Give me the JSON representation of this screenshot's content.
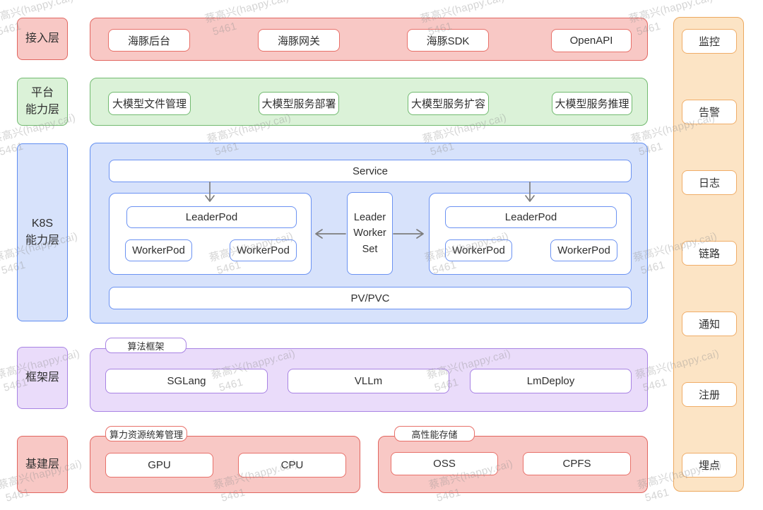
{
  "diagram": {
    "layers": {
      "access": {
        "label": "接入层",
        "items": [
          "海豚后台",
          "海豚网关",
          "海豚SDK",
          "OpenAPI"
        ]
      },
      "platform": {
        "label": "平台\n能力层",
        "items": [
          "大模型文件管理",
          "大模型服务部署",
          "大模型服务扩容",
          "大模型服务推理"
        ]
      },
      "k8s": {
        "label": "K8S\n能力层",
        "service": "Service",
        "pvpvc": "PV/PVC",
        "lws": "Leader\nWorker\nSet",
        "groups": [
          {
            "leader": "LeaderPod",
            "workers": [
              "WorkerPod",
              "WorkerPod"
            ]
          },
          {
            "leader": "LeaderPod",
            "workers": [
              "WorkerPod",
              "WorkerPod"
            ]
          }
        ]
      },
      "framework": {
        "label": "框架层",
        "tag": "算法框架",
        "items": [
          "SGLang",
          "VLLm",
          "LmDeploy"
        ]
      },
      "infra": {
        "label": "基建层",
        "groups": [
          {
            "tag": "算力资源统筹管理",
            "items": [
              "GPU",
              "CPU"
            ]
          },
          {
            "tag": "高性能存储",
            "items": [
              "OSS",
              "CPFS"
            ]
          }
        ]
      },
      "ops": {
        "items": [
          "监控",
          "告警",
          "日志",
          "链路",
          "通知",
          "注册",
          "埋点"
        ]
      }
    },
    "watermark": {
      "line1": "蔡高兴(happy.cai)",
      "line2": "5461"
    },
    "colors": {
      "red_fill": "#f8c8c5",
      "red_border": "#e16660",
      "green_fill": "#dbf2d8",
      "green_border": "#72ba70",
      "blue_fill": "#d7e2fb",
      "blue_border": "#608df0",
      "purple_fill": "#eadcfa",
      "purple_border": "#a883e3",
      "orange_fill": "#fce4c5",
      "orange_border": "#eca85f",
      "arrow": "#7d7d7d"
    }
  }
}
